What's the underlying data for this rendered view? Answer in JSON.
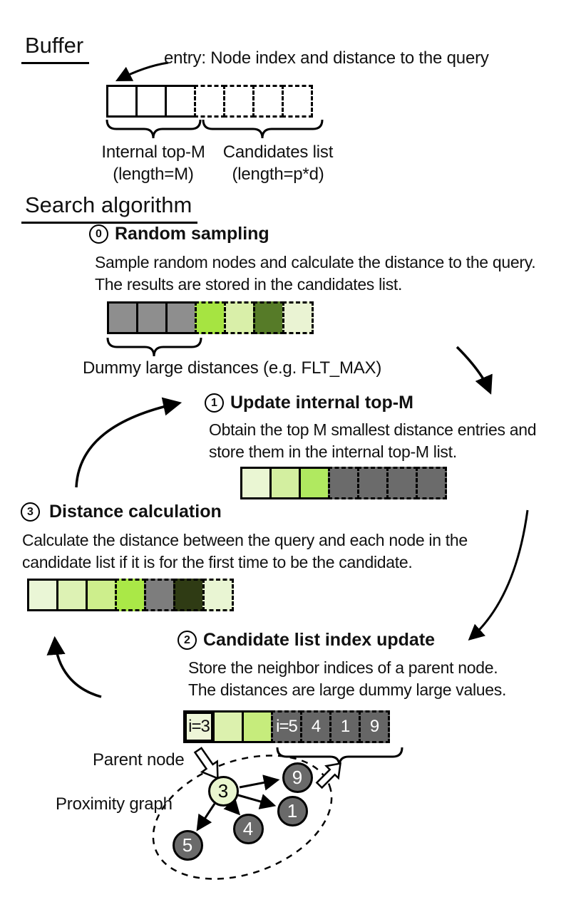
{
  "buffer_section": {
    "title": "Buffer",
    "entry_note": "entry: Node index and distance to the query",
    "row": {
      "cells": [
        {
          "fill": "#ffffff",
          "dashed": false
        },
        {
          "fill": "#ffffff",
          "dashed": false
        },
        {
          "fill": "#ffffff",
          "dashed": false
        },
        {
          "fill": "#ffffff",
          "dashed": true
        },
        {
          "fill": "#ffffff",
          "dashed": true
        },
        {
          "fill": "#ffffff",
          "dashed": true
        },
        {
          "fill": "#ffffff",
          "dashed": true
        }
      ]
    },
    "group_topm": {
      "line1": "Internal top-M",
      "line2": "(length=M)"
    },
    "group_cand": {
      "line1": "Candidates list",
      "line2": "(length=p*d)"
    }
  },
  "search_section": {
    "title": "Search algorithm",
    "steps": {
      "s0": {
        "number": "0",
        "title": "Random sampling",
        "body1": "Sample random nodes and calculate the distance to the query.",
        "body2": "The results are stored in the candidates list.",
        "brace_label": "Dummy large distances (e.g. FLT_MAX)",
        "row": {
          "cells": [
            {
              "fill": "#8e8e8e",
              "dashed": false
            },
            {
              "fill": "#8e8e8e",
              "dashed": false
            },
            {
              "fill": "#8e8e8e",
              "dashed": false
            },
            {
              "fill": "#a6e441",
              "dashed": true
            },
            {
              "fill": "#d9efa9",
              "dashed": true
            },
            {
              "fill": "#567b28",
              "dashed": true
            },
            {
              "fill": "#eaf3d3",
              "dashed": true
            }
          ]
        }
      },
      "s1": {
        "number": "1",
        "title": "Update internal top-M",
        "body1": "Obtain the top M smallest distance entries and",
        "body2": "store them in the internal top-M list.",
        "row": {
          "cells": [
            {
              "fill": "#eaf6d3",
              "dashed": false
            },
            {
              "fill": "#d3efa0",
              "dashed": false
            },
            {
              "fill": "#b0e960",
              "dashed": false
            },
            {
              "fill": "#6b6b6b",
              "dashed": true
            },
            {
              "fill": "#6b6b6b",
              "dashed": true
            },
            {
              "fill": "#6b6b6b",
              "dashed": true
            },
            {
              "fill": "#6b6b6b",
              "dashed": true
            }
          ]
        }
      },
      "s3": {
        "number": "3",
        "title": "Distance calculation",
        "body1": "Calculate the distance between the query and each node in the",
        "body2": "candidate list if it is for the first time to be the candidate.",
        "row": {
          "cells": [
            {
              "fill": "#eaf6d6",
              "dashed": false
            },
            {
              "fill": "#ddf2b4",
              "dashed": false
            },
            {
              "fill": "#cdee8c",
              "dashed": false
            },
            {
              "fill": "#aae847",
              "dashed": true
            },
            {
              "fill": "#7d7d7d",
              "dashed": true
            },
            {
              "fill": "#2f3b14",
              "dashed": true
            },
            {
              "fill": "#e9f5d3",
              "dashed": true
            }
          ]
        }
      },
      "s2": {
        "number": "2",
        "title": "Candidate list index update",
        "body1": "Store the neighbor indices of a parent node.",
        "body2": "The distances are large dummy large values.",
        "row": {
          "cells": [
            {
              "fill": "#eef6d8",
              "dashed": false,
              "thick": true,
              "label": "i=3"
            },
            {
              "fill": "#dcf1ae",
              "dashed": false
            },
            {
              "fill": "#c6ec7c",
              "dashed": false
            },
            {
              "fill": "#666666",
              "dashed": true,
              "light": true,
              "label": "i=5"
            },
            {
              "fill": "#666666",
              "dashed": true,
              "light": true,
              "label": "4"
            },
            {
              "fill": "#666666",
              "dashed": true,
              "light": true,
              "label": "1"
            },
            {
              "fill": "#666666",
              "dashed": true,
              "light": true,
              "label": "9"
            }
          ]
        }
      }
    }
  },
  "graph": {
    "parent_label": "Parent node",
    "graph_label": "Proximity graph",
    "parent_node": {
      "label": "3",
      "fill": "#e9f6cf"
    },
    "node_fill": "#6a6a6a",
    "nodes": {
      "n9": {
        "label": "9"
      },
      "n1": {
        "label": "1"
      },
      "n4": {
        "label": "4"
      },
      "n5": {
        "label": "5"
      }
    }
  }
}
